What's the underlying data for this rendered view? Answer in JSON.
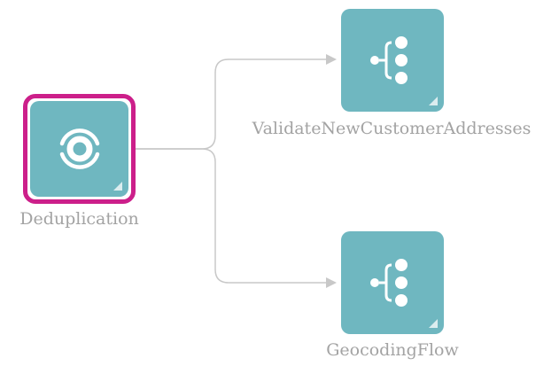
{
  "colors": {
    "tile": "#6fb7c0",
    "selection_border": "#cc1f8a",
    "edge": "#c8c8c8",
    "label": "#a3a3a3",
    "icon": "#ffffff"
  },
  "nodes": [
    {
      "label": "Deduplication",
      "icon": "deduplication-icon",
      "selected": true
    },
    {
      "label": "ValidateNewCustomerAddresses",
      "icon": "subflow-icon",
      "selected": false
    },
    {
      "label": "GeocodingFlow",
      "icon": "subflow-icon",
      "selected": false
    }
  ],
  "edges": [
    {
      "from": "Deduplication",
      "to": "ValidateNewCustomerAddresses"
    },
    {
      "from": "Deduplication",
      "to": "GeocodingFlow"
    }
  ]
}
